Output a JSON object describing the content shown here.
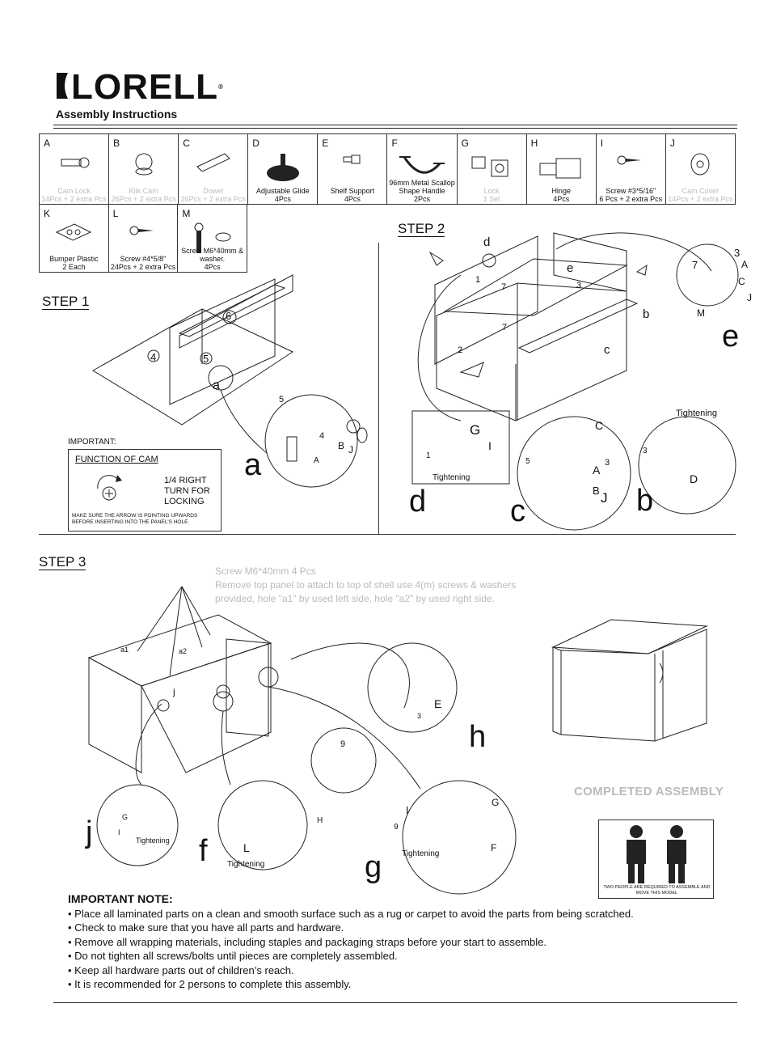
{
  "header": {
    "brand": "LORELL",
    "reg": "®",
    "subtitle": "Assembly Instructions"
  },
  "parts": [
    {
      "letter": "A",
      "name": "Cam Lock",
      "qty": "14Pcs + 2 extra Pcs",
      "faded": true,
      "icon": "cam-lock-icon"
    },
    {
      "letter": "B",
      "name": "Klik Cam",
      "qty": "26Pcs + 2 extra Pcs",
      "faded": true,
      "icon": "klik-cam-icon"
    },
    {
      "letter": "C",
      "name": "Dowel",
      "qty": "26Pcs + 2 extra Pcs",
      "faded": true,
      "icon": "dowel-icon"
    },
    {
      "letter": "D",
      "name": "Adjustable Glide",
      "qty": "4Pcs",
      "faded": false,
      "icon": "glide-icon"
    },
    {
      "letter": "E",
      "name": "Shelf Support",
      "qty": "4Pcs",
      "faded": false,
      "icon": "shelf-support-icon"
    },
    {
      "letter": "F",
      "name": "96mm Metal Scallop Shape Handle",
      "qty": "2Pcs",
      "faded": false,
      "icon": "handle-icon"
    },
    {
      "letter": "G",
      "name": "Lock",
      "qty": "1 Set",
      "faded": true,
      "icon": "lock-icon"
    },
    {
      "letter": "H",
      "name": "Hinge",
      "qty": "4Pcs",
      "faded": false,
      "icon": "hinge-icon"
    },
    {
      "letter": "I",
      "name": "Screw #3*5/16\"",
      "qty": "6 Pcs + 2 extra Pcs",
      "faded": false,
      "icon": "screw-icon"
    },
    {
      "letter": "J",
      "name": "Cam Cover",
      "qty": "14Pcs + 2 extra Pcs",
      "faded": true,
      "icon": "cam-cover-icon"
    }
  ],
  "parts2": [
    {
      "letter": "K",
      "name": "Bumper Plastic",
      "qty": "2 Each",
      "icon": "bumper-icon"
    },
    {
      "letter": "L",
      "name": "Screw #4*5/8\"",
      "qty": "24Pcs + 2 extra Pcs",
      "icon": "screw-icon"
    },
    {
      "letter": "M",
      "name": "Screw M6*40mm & washer.",
      "qty": "4Pcs",
      "icon": "bolt-washer-icon"
    }
  ],
  "step1": {
    "title": "STEP 1",
    "detail": "a",
    "labels": {
      "n6": "6",
      "n4": "4",
      "n5": "5",
      "a": "a",
      "c5": "5",
      "c4": "4",
      "B": "B",
      "J": "J",
      "A": "A"
    },
    "important": {
      "title": "IMPORTANT:",
      "box_title": "FUNCTION OF CAM",
      "lines": [
        "1/4  RIGHT",
        "TURN FOR",
        "LOCKING"
      ],
      "note": "MAKE SURE THE ARROW IS POINTING UPWARDS BEFORE INSERTING INTO THE PANEL'S HOLE."
    }
  },
  "step2": {
    "title": "STEP 2",
    "labels": {
      "d": "d",
      "e": "e",
      "n1": "1",
      "n7a": "7",
      "n3": "3",
      "n7b": "7",
      "n2": "2",
      "c": "c",
      "b": "b",
      "n7c": "7",
      "A": "A",
      "C": "C",
      "J": "J",
      "M": "M",
      "n3e": "3",
      "bigE": "e",
      "G": "G",
      "I": "I",
      "d1": "1",
      "tight_d": "Tightening",
      "bigD": "d",
      "C2": "C",
      "n5": "5",
      "A2": "A",
      "n3c": "3",
      "B2": "B",
      "J2": "J",
      "bigC": "c",
      "tight_b": "Tightening",
      "n3b": "3",
      "D": "D",
      "bigB": "b"
    }
  },
  "step3": {
    "title": "STEP 3",
    "instruction": "Screw M6*40mm   4 Pcs",
    "instruction2": "Remove top panel to attach to top of shell use 4(m) screws & washers",
    "instruction3": "provided, hole \"a1\" by used left side, hole \"a2\" by used right side.",
    "labels": {
      "a1": "a1",
      "a2": "a2",
      "j": "j",
      "E": "E",
      "h3": "3",
      "bigH": "h",
      "n9": "9",
      "bigJ": "j",
      "G": "G",
      "I": "I",
      "tight_j": "Tightening",
      "H": "H",
      "L": "L",
      "tight_f": "Tightening",
      "bigF": "f",
      "G2": "G",
      "I2": "I",
      "n9g": "9",
      "F": "F",
      "tight_g": "Tightening",
      "bigG": "g"
    },
    "completed": "COMPLETED ASSEMBLY",
    "warning": "TWO PEOPLE ARE REQUIRED TO ASSEMBLE AND MOVE THIS MODEL"
  },
  "notes": {
    "title": "IMPORTANT NOTE:",
    "items": [
      "• Place all laminated parts on a clean and smooth surface such as a rug or carpet to avoid the parts from being scratched.",
      "• Check to make sure that you have all parts and hardware.",
      "• Remove all wrapping materials, including staples and packaging straps before your start to assemble.",
      "• Do not tighten all screws/bolts until pieces are completely assembled.",
      "• Keep all hardware parts out of children’s reach.",
      "• It is recommended for 2 persons to complete this assembly."
    ]
  }
}
